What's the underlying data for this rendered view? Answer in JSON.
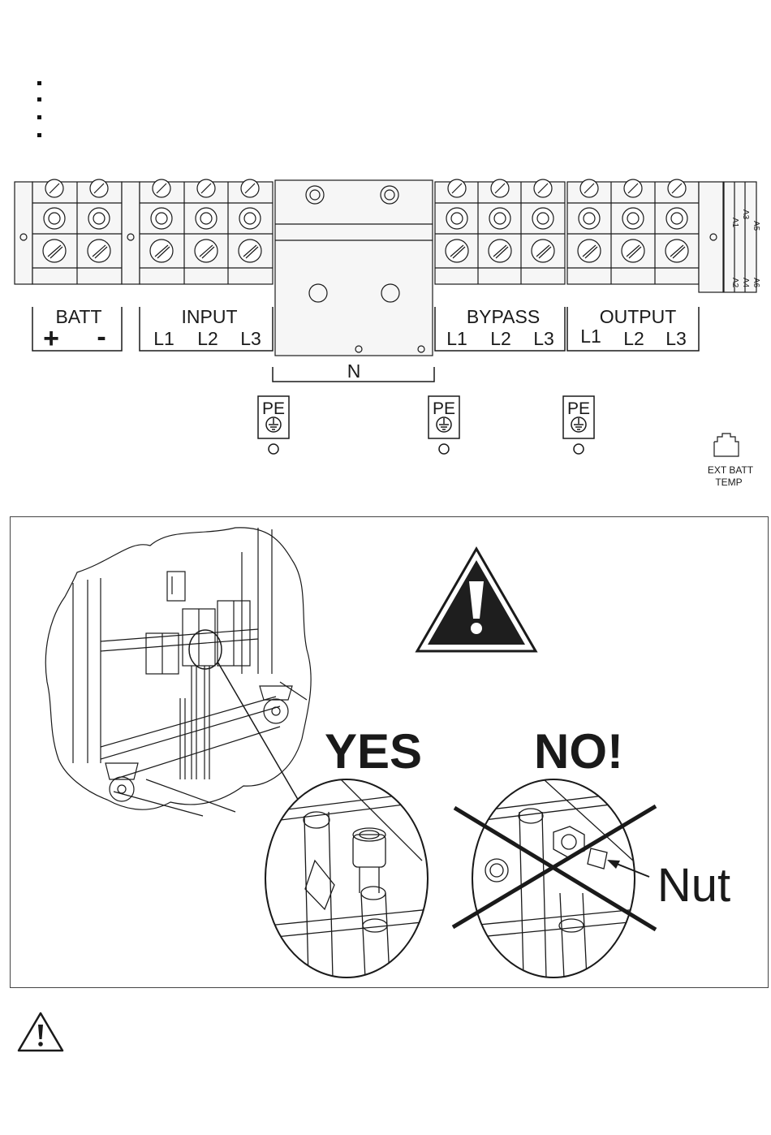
{
  "bullets": [
    "",
    "",
    "",
    ""
  ],
  "terminal_block": {
    "groups": [
      {
        "id": "batt",
        "label": "BATT",
        "terminals": [
          "+",
          "-"
        ]
      },
      {
        "id": "input",
        "label": "INPUT",
        "terminals": [
          "L1",
          "L2",
          "L3"
        ]
      },
      {
        "id": "bypass",
        "label": "BYPASS",
        "terminals": [
          "L1",
          "L2",
          "L3"
        ]
      },
      {
        "id": "output",
        "label": "OUTPUT",
        "terminals": [
          "L1",
          "L2",
          "L3"
        ]
      }
    ],
    "neutral_label": "N",
    "pe_label": "PE",
    "aux_top": [
      "A5",
      "A3",
      "A1"
    ],
    "aux_bottom": [
      "A2",
      "A4",
      "A6"
    ],
    "connector_label_line1": "EXT BATT",
    "connector_label_line2": "TEMP"
  },
  "illustration": {
    "yes_label": "YES",
    "no_label": "NO!",
    "nut_label": "Nut"
  },
  "colors": {
    "line": "#1a1a1a",
    "panel": "#f4f4f4",
    "warning_fill": "#1e1e1e"
  }
}
